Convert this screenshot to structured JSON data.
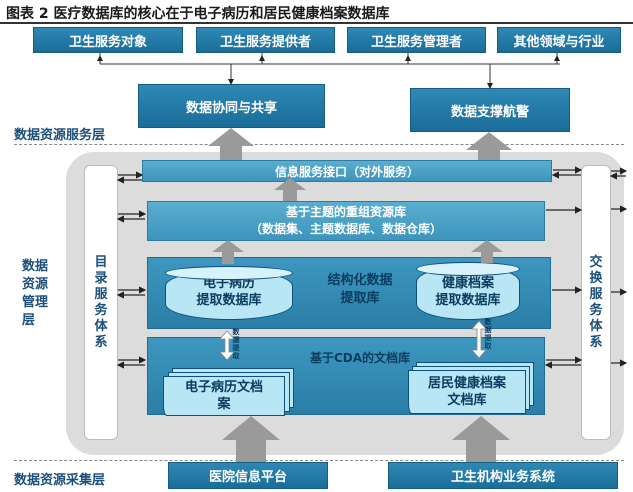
{
  "figure": {
    "title": "图表  2    医疗数据库的核心在于电子病历和居民健康档案数据库"
  },
  "top_boxes": [
    {
      "label": "卫生服务对象"
    },
    {
      "label": "卫生服务提供者"
    },
    {
      "label": "卫生服务管理者"
    },
    {
      "label": "其他领域与行业"
    }
  ],
  "service_layer": {
    "label": "数据资源服务层",
    "collab": "数据协同与共享",
    "support": "数据支撑航警"
  },
  "management_layer": {
    "label": "数据\n资源\n管理\n层",
    "directory": "目\n录\n服\n务\n体\n系",
    "exchange": "交\n换\n服\n务\n体\n系",
    "interface": "信息服务接口（对外服务）",
    "reorg_line1": "基于主题的重组资源库",
    "reorg_line2": "（数据集、主题数据库、数据仓库）",
    "struct_title": "结构化数据\n提取库",
    "emr_db": "电子病历\n提取数据库",
    "health_db": "健康档案\n提取数据库",
    "extract_left": "数\n据\n提\n取",
    "extract_right": "数\n据\n提\n取",
    "cda_title": "基于CDA的文档库",
    "emr_doc": "电子病历文档\n案",
    "health_doc": "居民健康档案\n文档库"
  },
  "collection_layer": {
    "label": "数据资源采集层",
    "hospital": "医院信息平台",
    "health_org": "卫生机构业务系统"
  },
  "colors": {
    "dark_blue": "#1f77a7",
    "mid_blue": "#4aa3c8",
    "light_cyan": "#b9e6f5",
    "label_blue": "#1c4f7a",
    "panel_gray": "#dcdcdc"
  }
}
